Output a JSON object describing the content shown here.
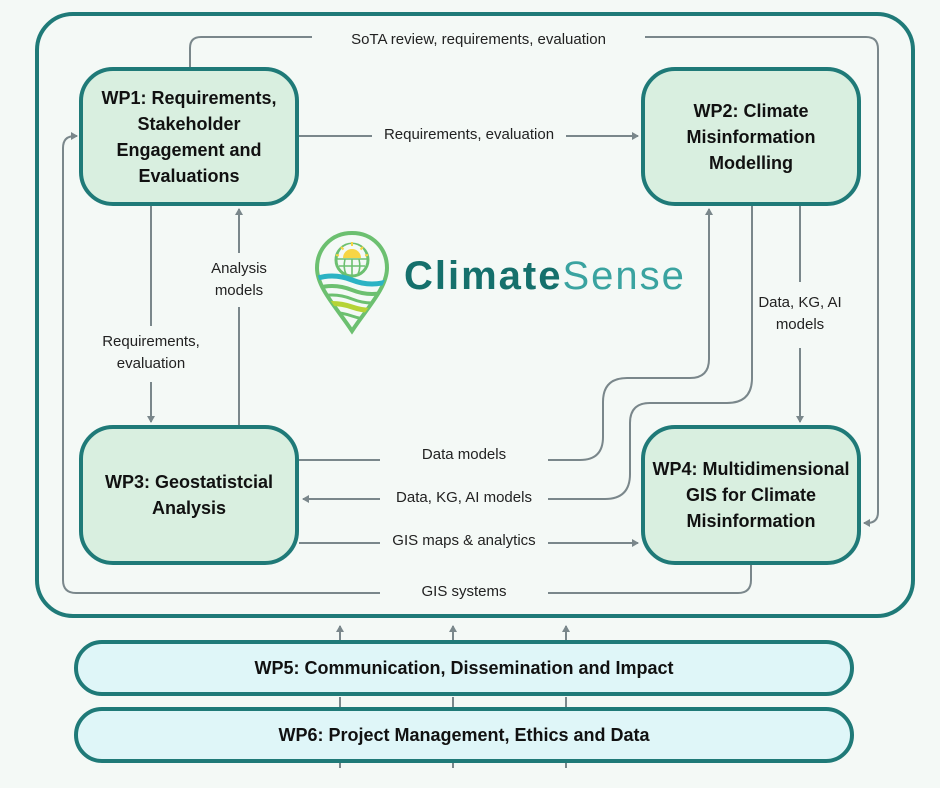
{
  "diagram": {
    "title": "ClimateSense work package structure",
    "logo": {
      "part1": "Climate",
      "part2": "Sense",
      "icon": "location-pin-globe-waves-icon"
    },
    "colors": {
      "frame_border": "#1f7a78",
      "core_box_fill": "#d9efe0",
      "band_fill": "#dff6f8",
      "connector": "#7a878b",
      "background": "#f4f9f6",
      "logo_dark": "#15706c",
      "logo_light": "#3aa3a0"
    },
    "work_packages": [
      {
        "id": "WP1",
        "label": "WP1: Requirements,\nStakeholder\nEngagement and\nEvaluations"
      },
      {
        "id": "WP2",
        "label": "WP2: Climate\nMisinformation\nModelling"
      },
      {
        "id": "WP3",
        "label": "WP3: Geostatistcial\nAnalysis"
      },
      {
        "id": "WP4",
        "label": "WP4: Multidimensional\nGIS for Climate\nMisinformation"
      },
      {
        "id": "WP5",
        "label": "WP5: Communication, Dissemination and Impact"
      },
      {
        "id": "WP6",
        "label": "WP6: Project Management, Ethics and Data"
      }
    ],
    "flows": [
      {
        "from": "WP1",
        "to": "WP4",
        "label": "SoTA review, requirements, evaluation"
      },
      {
        "from": "WP1",
        "to": "WP2",
        "label": "Requirements, evaluation"
      },
      {
        "from": "WP1",
        "to": "WP3",
        "label": "Requirements,\nevaluation"
      },
      {
        "from": "WP3",
        "to": "WP1",
        "label": "Analysis\nmodels"
      },
      {
        "from": "WP2",
        "to": "WP4",
        "label": "Data, KG, AI\nmodels"
      },
      {
        "from": "WP3",
        "to": "WP2",
        "label": "Data models"
      },
      {
        "from": "WP2",
        "to": "WP3",
        "label": "Data, KG, AI models"
      },
      {
        "from": "WP3",
        "to": "WP4",
        "label": "GIS maps & analytics"
      },
      {
        "from": "WP4",
        "to": "WP1",
        "label": "GIS systems"
      },
      {
        "from": "WP5",
        "to": "core",
        "label": ""
      },
      {
        "from": "WP6",
        "to": "WP5",
        "label": ""
      }
    ]
  }
}
